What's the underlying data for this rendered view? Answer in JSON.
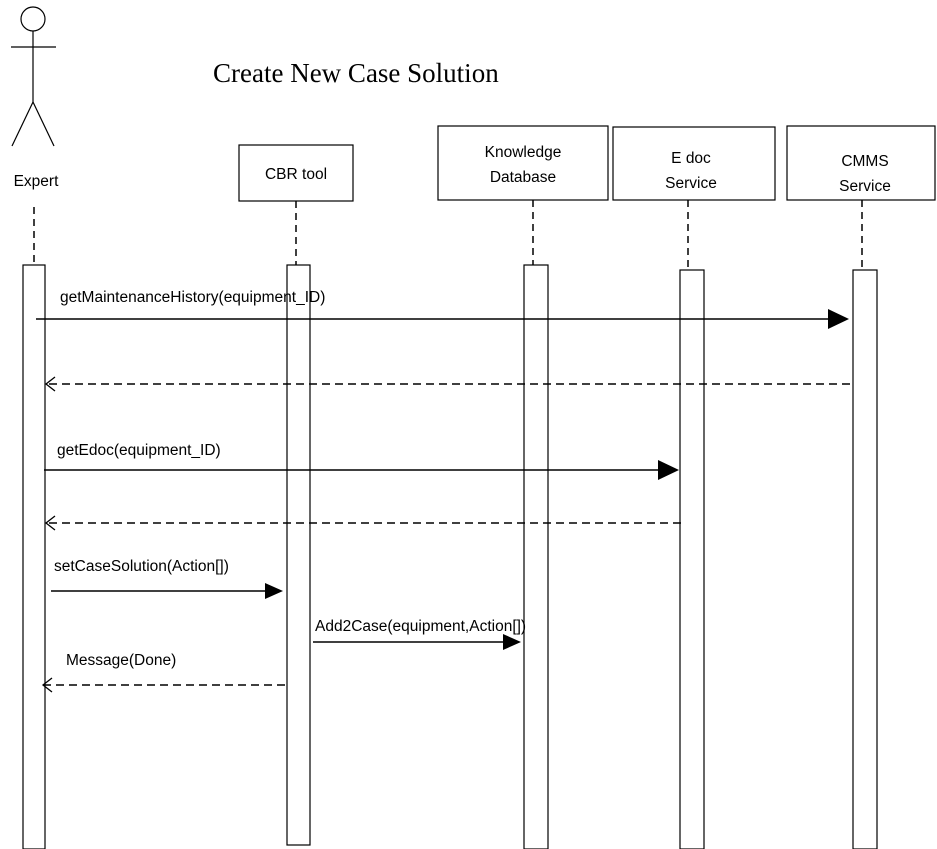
{
  "title": "Create New Case Solution",
  "actor": {
    "label": "Expert"
  },
  "participants": [
    {
      "id": "cbr",
      "lines": [
        "CBR tool"
      ]
    },
    {
      "id": "kdb",
      "lines": [
        "Knowledge",
        "Database"
      ]
    },
    {
      "id": "edoc",
      "lines": [
        "E doc",
        "Service"
      ]
    },
    {
      "id": "cmms",
      "lines": [
        "CMMS",
        "Service"
      ]
    }
  ],
  "messages": [
    {
      "label": "getMaintenanceHistory(equipment_ID)",
      "from": "Expert",
      "to": "CMMS Service",
      "kind": "call"
    },
    {
      "label": "",
      "from": "CMMS Service",
      "to": "Expert",
      "kind": "return"
    },
    {
      "label": "getEdoc(equipment_ID)",
      "from": "Expert",
      "to": "E doc Service",
      "kind": "call"
    },
    {
      "label": "",
      "from": "E doc Service",
      "to": "Expert",
      "kind": "return"
    },
    {
      "label": "setCaseSolution(Action[])",
      "from": "Expert",
      "to": "CBR tool",
      "kind": "call"
    },
    {
      "label": "Add2Case(equipment,Action[])",
      "from": "CBR tool",
      "to": "Knowledge Database",
      "kind": "call"
    },
    {
      "label": "Message(Done)",
      "from": "CBR tool",
      "to": "Expert",
      "kind": "return"
    }
  ]
}
